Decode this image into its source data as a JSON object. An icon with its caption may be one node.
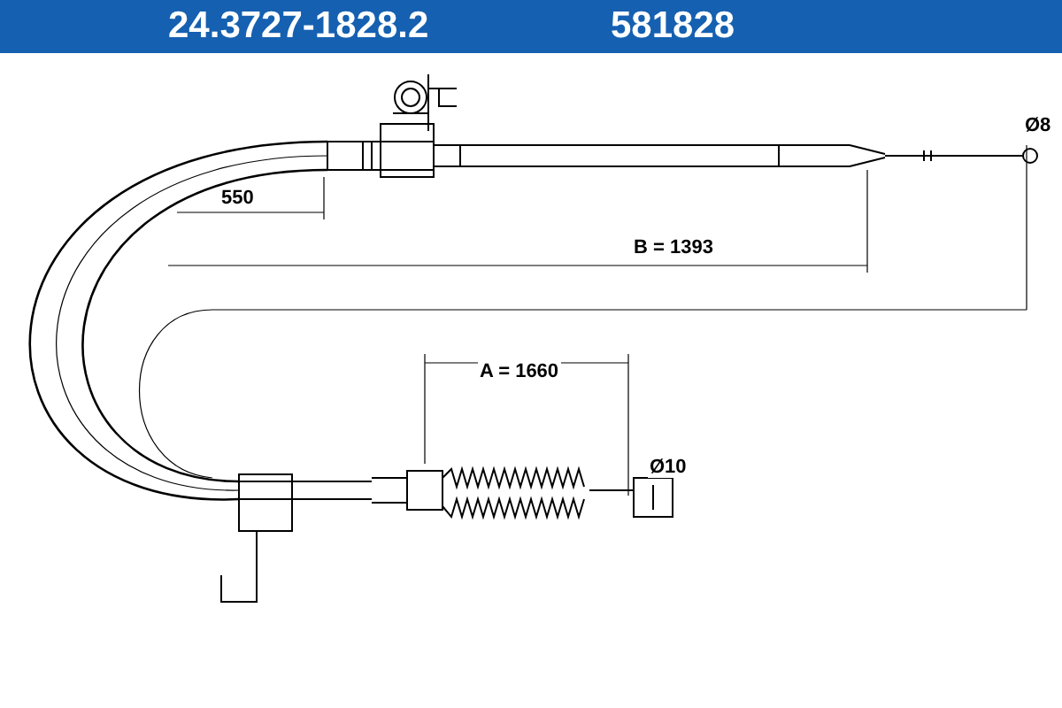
{
  "diagram": {
    "labels": [
      "24.3727-1828.2",
      "581828",
      "550",
      "B = 1393",
      "A = 1660",
      "Ø8",
      "Ø10"
    ]
  }
}
